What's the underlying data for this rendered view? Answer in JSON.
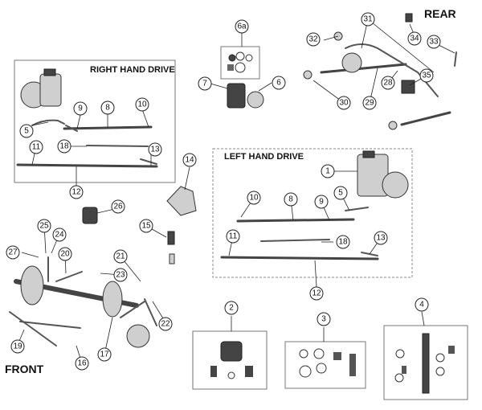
{
  "labels": {
    "right_hand_drive": "RIGHT HAND DRIVE",
    "left_hand_drive": "LEFT HAND DRIVE",
    "rear": "REAR",
    "front": "FRONT"
  },
  "callouts": [
    "1",
    "2",
    "3",
    "4",
    "5",
    "6",
    "6a",
    "7",
    "8",
    "9",
    "10",
    "11",
    "12",
    "13",
    "14",
    "15",
    "16",
    "17",
    "18",
    "19",
    "20",
    "21",
    "22",
    "23",
    "24",
    "25",
    "26",
    "27",
    "28",
    "29",
    "30",
    "31",
    "32",
    "33",
    "34",
    "35"
  ]
}
